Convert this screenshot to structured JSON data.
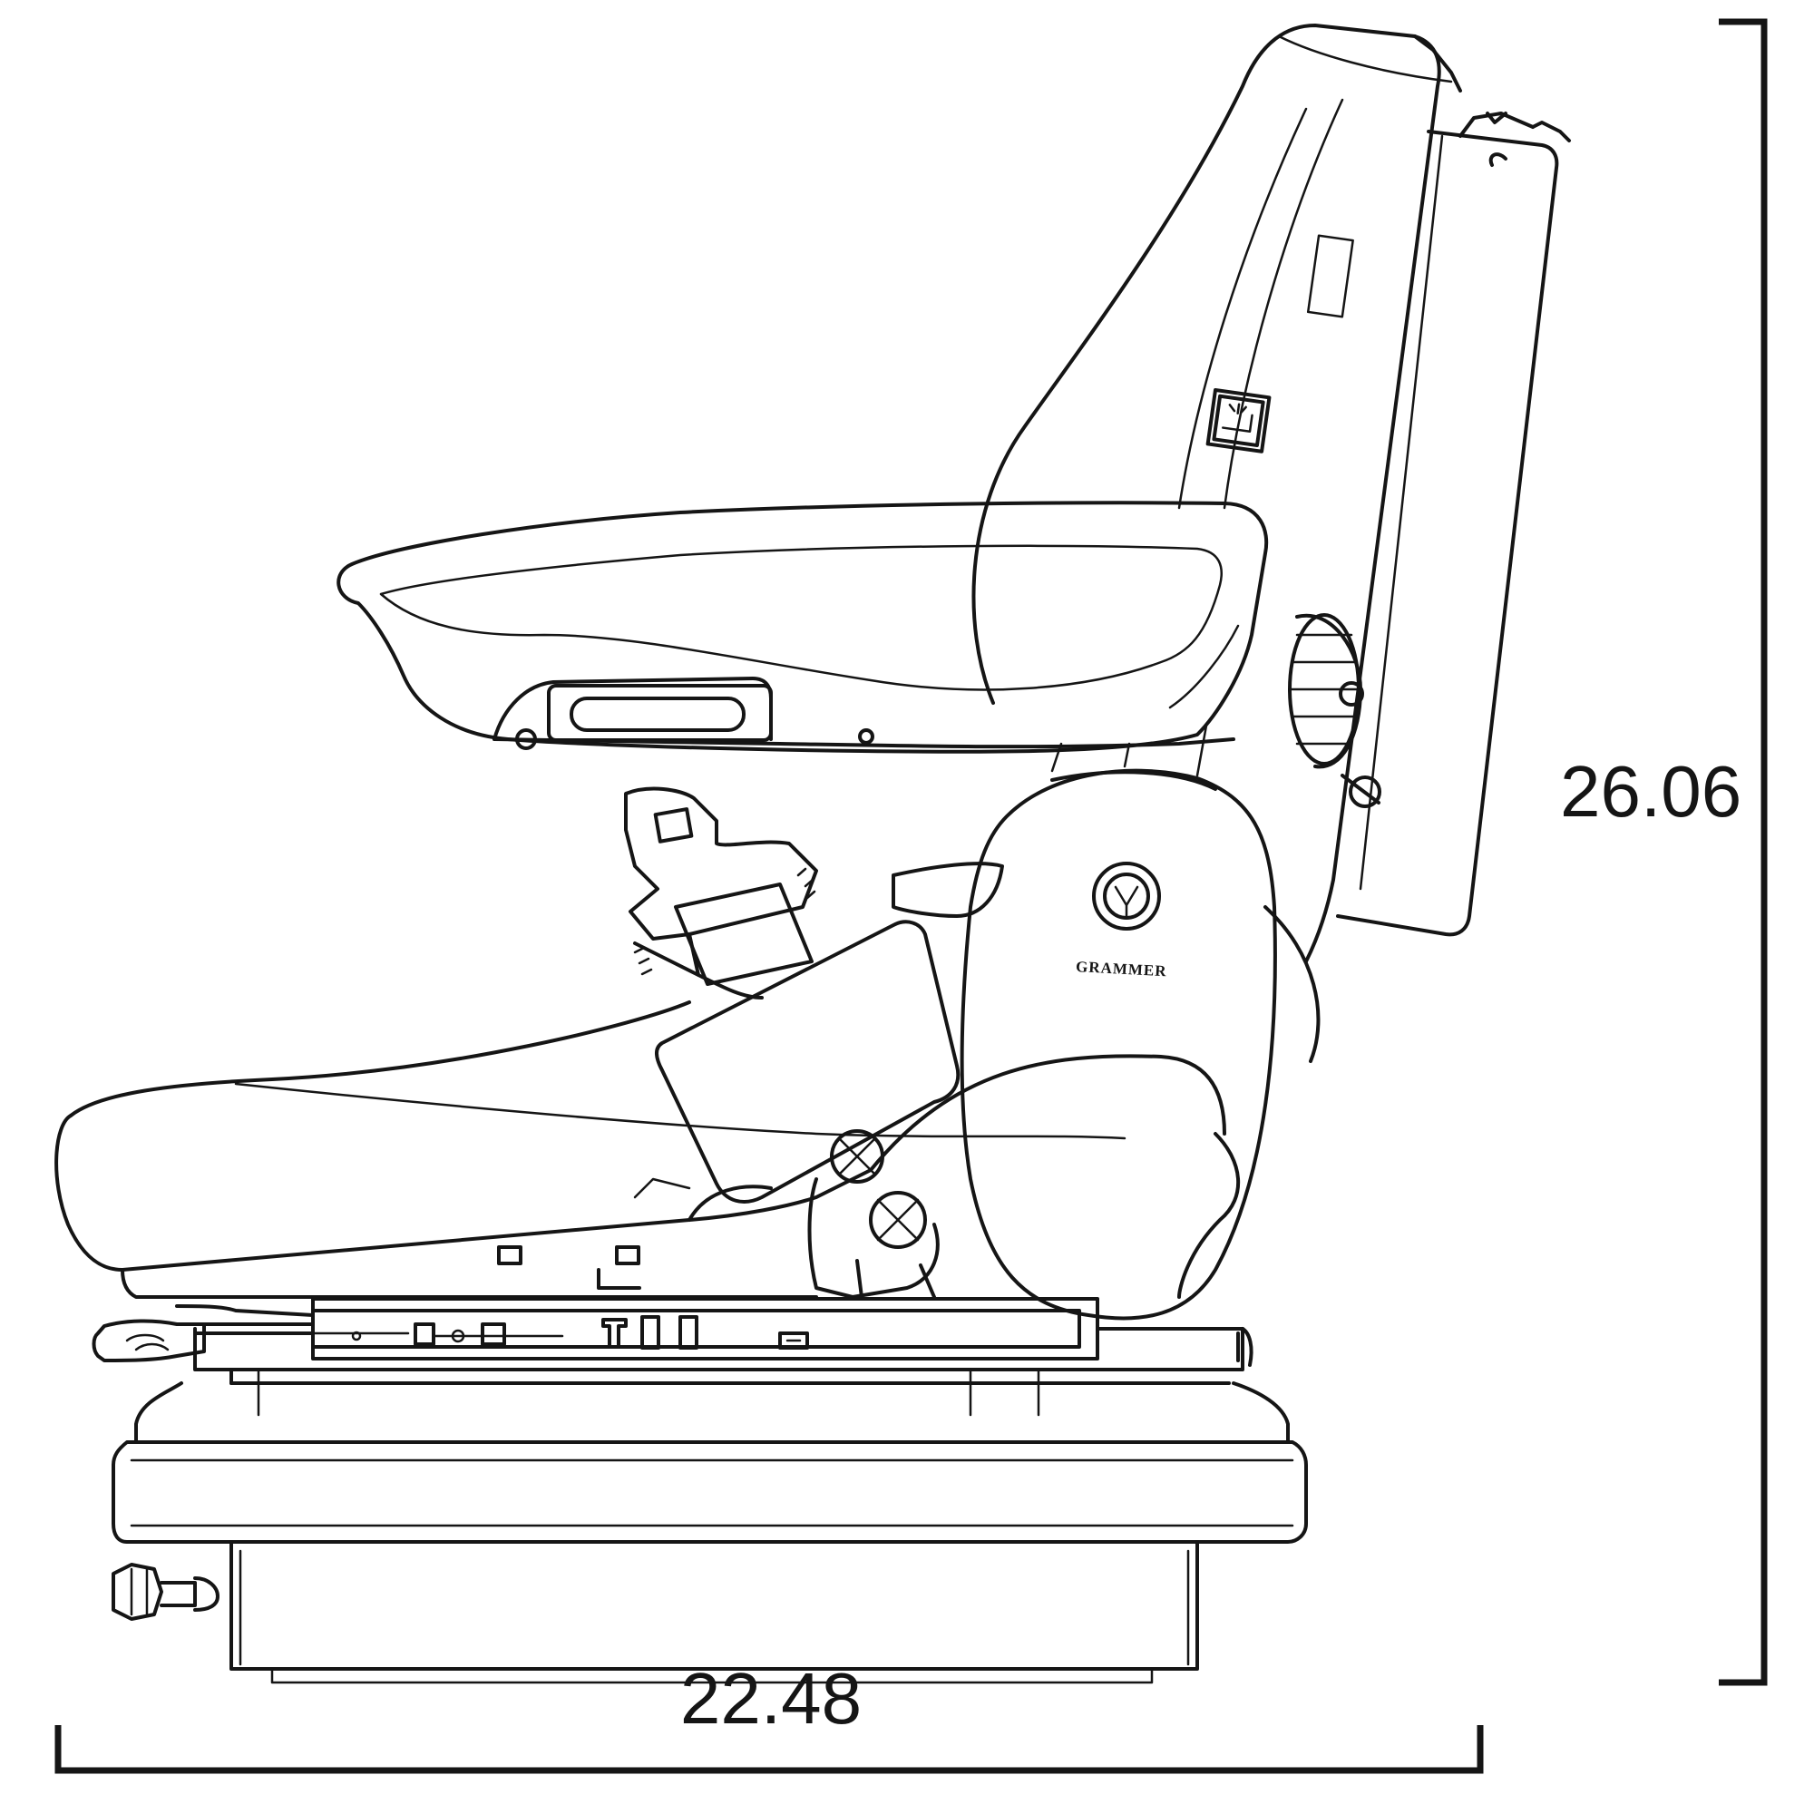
{
  "dimensions": {
    "height_label": "26.06",
    "width_label": "22.48"
  },
  "seat": {
    "brand_text": "GRAMMER",
    "icons": [
      "seat-heater-icon",
      "grammer-logo-icon"
    ]
  }
}
